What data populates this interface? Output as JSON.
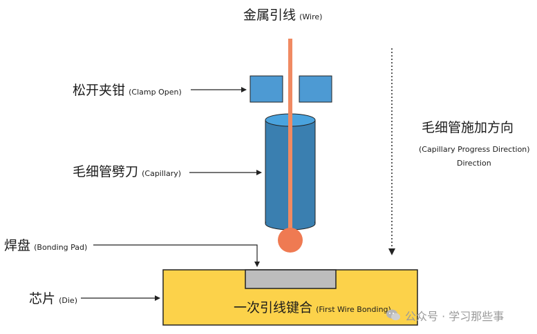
{
  "labels": {
    "wire_zh": "金属引线",
    "wire_en": "(Wire)",
    "clamp_zh": "松开夹钳",
    "clamp_en": "(Clamp Open)",
    "capillary_zh": "毛细管劈刀",
    "capillary_en": "(Capillary)",
    "pad_zh": "焊盘",
    "pad_en": "(Bonding Pad)",
    "die_zh": "芯片",
    "die_en": "(Die)",
    "direction_zh": "毛细管施加方向",
    "direction_en1": "(Capillary Progress Direction)",
    "direction_en2": "Direction",
    "bond_zh": "一次引线键合",
    "bond_en": "(First Wire Bonding)"
  },
  "watermark": {
    "text": "公众号 · 学习那些事"
  },
  "colors": {
    "wire": "#f08a62",
    "ball": "#ef7a52",
    "clamp": "#4d9ad3",
    "capillary_body": "#3a7fb0",
    "capillary_top": "#4aa3de",
    "die": "#fcd24a",
    "pad": "#bdbdbd",
    "arrow": "#222222"
  }
}
